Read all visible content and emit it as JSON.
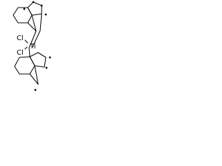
{
  "molecule": {
    "atoms": {
      "cl_top": "Cl",
      "ti": "Ti",
      "cl_bottom": "Cl"
    },
    "colors": {
      "ink": "#000000",
      "background": "#ffffff"
    }
  }
}
